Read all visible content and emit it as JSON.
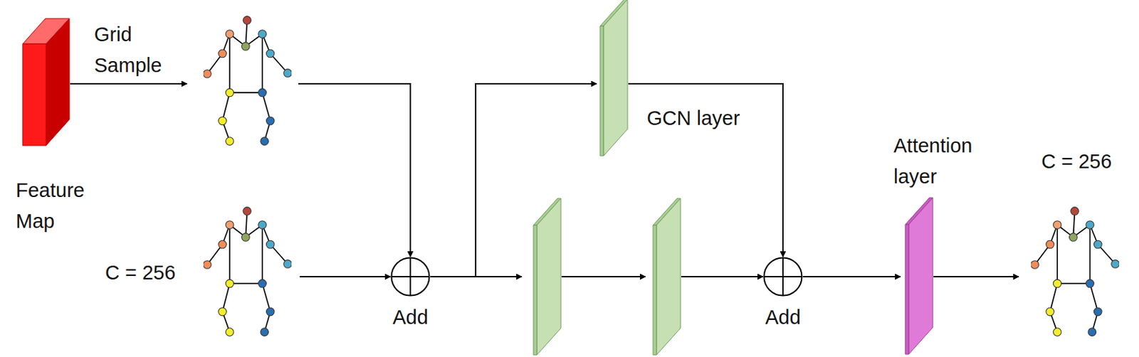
{
  "diagram": {
    "nodes": [
      {
        "text": [
          "Feature Map"
        ]
      },
      {
        "text": []
      },
      {
        "text": [
          "GCN layer"
        ]
      },
      {
        "text": [
          "C = 256"
        ]
      },
      {
        "text": [
          "Add"
        ]
      },
      {
        "text": []
      },
      {
        "text": []
      },
      {
        "text": [
          "Add"
        ]
      },
      {
        "text": [
          "Attention layer"
        ]
      },
      {
        "text": [
          "C = 256"
        ]
      }
    ],
    "edges": [
      {
        "from": 0,
        "to": 1,
        "arrow": "to",
        "label": "Grid Sample"
      },
      {
        "from": 1,
        "to": 4,
        "arrow": "to"
      },
      {
        "from": 3,
        "to": 4,
        "arrow": "to"
      },
      {
        "from": 4,
        "to": 5,
        "arrow": "to"
      },
      {
        "from": 4,
        "to": 2,
        "arrow": "to"
      },
      {
        "from": 5,
        "to": 6,
        "arrow": "to"
      },
      {
        "from": 6,
        "to": 7,
        "arrow": "to"
      },
      {
        "from": 2,
        "to": 7,
        "arrow": "to"
      },
      {
        "from": 7,
        "to": 8,
        "arrow": "to"
      },
      {
        "from": 8,
        "to": 9,
        "arrow": "to"
      }
    ]
  }
}
